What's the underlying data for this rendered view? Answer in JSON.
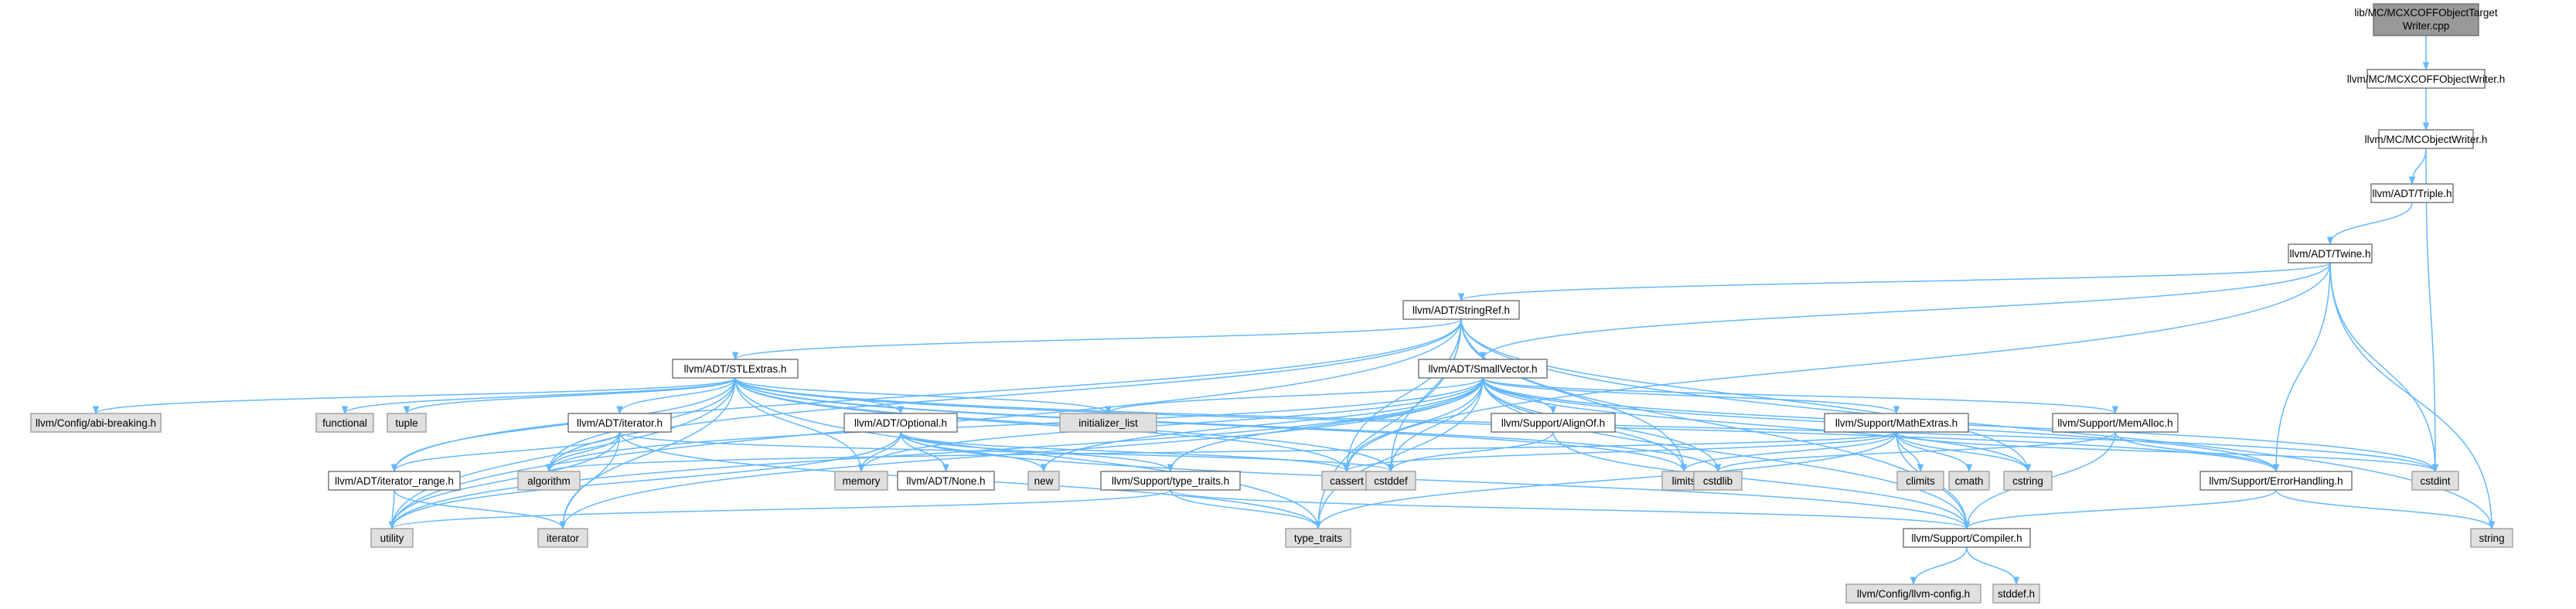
{
  "graph": {
    "edge_color": "#63b8ff",
    "nodes": [
      {
        "id": "root",
        "label": "lib/MC/MCXCOFFObjectTarget",
        "label2": "Writer.cpp",
        "kind": "root"
      },
      {
        "id": "xcoffw",
        "label": "llvm/MC/MCXCOFFObjectWriter.h",
        "kind": "proj"
      },
      {
        "id": "mcow",
        "label": "llvm/MC/MCObjectWriter.h",
        "kind": "proj"
      },
      {
        "id": "triple",
        "label": "llvm/ADT/Triple.h",
        "kind": "proj"
      },
      {
        "id": "twine",
        "label": "llvm/ADT/Twine.h",
        "kind": "proj"
      },
      {
        "id": "stringref",
        "label": "llvm/ADT/StringRef.h",
        "kind": "proj"
      },
      {
        "id": "stlextras",
        "label": "llvm/ADT/STLExtras.h",
        "kind": "proj"
      },
      {
        "id": "smallvector",
        "label": "llvm/ADT/SmallVector.h",
        "kind": "proj"
      },
      {
        "id": "abibreaking",
        "label": "llvm/Config/abi-breaking.h",
        "kind": "sys"
      },
      {
        "id": "functional",
        "label": "functional",
        "kind": "sys"
      },
      {
        "id": "tuple",
        "label": "tuple",
        "kind": "sys"
      },
      {
        "id": "iteratorh",
        "label": "llvm/ADT/iterator.h",
        "kind": "proj"
      },
      {
        "id": "optional",
        "label": "llvm/ADT/Optional.h",
        "kind": "proj"
      },
      {
        "id": "initlist",
        "label": "initializer_list",
        "kind": "sys"
      },
      {
        "id": "alignof",
        "label": "llvm/Support/AlignOf.h",
        "kind": "proj"
      },
      {
        "id": "mathextras",
        "label": "llvm/Support/MathExtras.h",
        "kind": "proj"
      },
      {
        "id": "memalloc",
        "label": "llvm/Support/MemAlloc.h",
        "kind": "proj"
      },
      {
        "id": "iterrange",
        "label": "llvm/ADT/iterator_range.h",
        "kind": "proj"
      },
      {
        "id": "algorithm",
        "label": "algorithm",
        "kind": "sys"
      },
      {
        "id": "memory",
        "label": "memory",
        "kind": "sys"
      },
      {
        "id": "noneh",
        "label": "llvm/ADT/None.h",
        "kind": "proj"
      },
      {
        "id": "new",
        "label": "new",
        "kind": "sys"
      },
      {
        "id": "typetraitsh",
        "label": "llvm/Support/type_traits.h",
        "kind": "proj"
      },
      {
        "id": "cassert",
        "label": "cassert",
        "kind": "sys"
      },
      {
        "id": "cstddef",
        "label": "cstddef",
        "kind": "sys"
      },
      {
        "id": "limits",
        "label": "limits",
        "kind": "sys"
      },
      {
        "id": "cstdlib",
        "label": "cstdlib",
        "kind": "sys"
      },
      {
        "id": "climits",
        "label": "climits",
        "kind": "sys"
      },
      {
        "id": "cmath",
        "label": "cmath",
        "kind": "sys"
      },
      {
        "id": "cstring",
        "label": "cstring",
        "kind": "sys"
      },
      {
        "id": "errhandling",
        "label": "llvm/Support/ErrorHandling.h",
        "kind": "proj"
      },
      {
        "id": "cstdint",
        "label": "cstdint",
        "kind": "sys"
      },
      {
        "id": "utility",
        "label": "utility",
        "kind": "sys"
      },
      {
        "id": "iterator",
        "label": "iterator",
        "kind": "sys"
      },
      {
        "id": "typetraits",
        "label": "type_traits",
        "kind": "sys"
      },
      {
        "id": "compiler",
        "label": "llvm/Support/Compiler.h",
        "kind": "proj"
      },
      {
        "id": "string",
        "label": "string",
        "kind": "sys"
      },
      {
        "id": "llvmconfig",
        "label": "llvm/Config/llvm-config.h",
        "kind": "sys"
      },
      {
        "id": "stddef",
        "label": "stddef.h",
        "kind": "sys"
      }
    ],
    "edges": [
      [
        "root",
        "xcoffw"
      ],
      [
        "xcoffw",
        "mcow"
      ],
      [
        "mcow",
        "triple"
      ],
      [
        "mcow",
        "cstdint"
      ],
      [
        "triple",
        "twine"
      ],
      [
        "twine",
        "stringref"
      ],
      [
        "twine",
        "smallvector"
      ],
      [
        "twine",
        "cassert"
      ],
      [
        "twine",
        "cstdint"
      ],
      [
        "twine",
        "string"
      ],
      [
        "twine",
        "errhandling"
      ],
      [
        "stringref",
        "stlextras"
      ],
      [
        "stringref",
        "compiler"
      ],
      [
        "stringref",
        "algorithm"
      ],
      [
        "stringref",
        "cassert"
      ],
      [
        "stringref",
        "cstddef"
      ],
      [
        "stringref",
        "cstring"
      ],
      [
        "stringref",
        "limits"
      ],
      [
        "stringref",
        "string"
      ],
      [
        "stringref",
        "typetraits"
      ],
      [
        "stringref",
        "utility"
      ],
      [
        "stringref",
        "iterrange"
      ],
      [
        "stlextras",
        "abibreaking"
      ],
      [
        "stlextras",
        "functional"
      ],
      [
        "stlextras",
        "tuple"
      ],
      [
        "stlextras",
        "iteratorh"
      ],
      [
        "stlextras",
        "optional"
      ],
      [
        "stlextras",
        "iterrange"
      ],
      [
        "stlextras",
        "initlist"
      ],
      [
        "stlextras",
        "algorithm"
      ],
      [
        "stlextras",
        "memory"
      ],
      [
        "stlextras",
        "cassert"
      ],
      [
        "stlextras",
        "cstddef"
      ],
      [
        "stlextras",
        "cstdint"
      ],
      [
        "stlextras",
        "cstdlib"
      ],
      [
        "stlextras",
        "limits"
      ],
      [
        "stlextras",
        "iterator"
      ],
      [
        "stlextras",
        "typetraits"
      ],
      [
        "stlextras",
        "utility"
      ],
      [
        "stlextras",
        "errhandling"
      ],
      [
        "smallvector",
        "compiler"
      ],
      [
        "smallvector",
        "alignof"
      ],
      [
        "smallvector",
        "mathextras"
      ],
      [
        "smallvector",
        "memalloc"
      ],
      [
        "smallvector",
        "typetraitsh"
      ],
      [
        "smallvector",
        "errhandling"
      ],
      [
        "smallvector",
        "algorithm"
      ],
      [
        "smallvector",
        "cassert"
      ],
      [
        "smallvector",
        "cstddef"
      ],
      [
        "smallvector",
        "cstdlib"
      ],
      [
        "smallvector",
        "cstring"
      ],
      [
        "smallvector",
        "initlist"
      ],
      [
        "smallvector",
        "memory"
      ],
      [
        "smallvector",
        "new"
      ],
      [
        "smallvector",
        "typetraits"
      ],
      [
        "smallvector",
        "utility"
      ],
      [
        "smallvector",
        "iterator"
      ],
      [
        "smallvector",
        "limits"
      ],
      [
        "smallvector",
        "cstdint"
      ],
      [
        "iteratorh",
        "iterrange"
      ],
      [
        "iteratorh",
        "algorithm"
      ],
      [
        "iteratorh",
        "cstddef"
      ],
      [
        "iteratorh",
        "iterator"
      ],
      [
        "iteratorh",
        "typetraits"
      ],
      [
        "iteratorh",
        "utility"
      ],
      [
        "optional",
        "noneh"
      ],
      [
        "optional",
        "compiler"
      ],
      [
        "optional",
        "typetraitsh"
      ],
      [
        "optional",
        "cassert"
      ],
      [
        "optional",
        "memory"
      ],
      [
        "optional",
        "new"
      ],
      [
        "optional",
        "utility"
      ],
      [
        "alignof",
        "compiler"
      ],
      [
        "alignof",
        "cstddef"
      ],
      [
        "mathextras",
        "compiler"
      ],
      [
        "mathextras",
        "algorithm"
      ],
      [
        "mathextras",
        "cassert"
      ],
      [
        "mathextras",
        "climits"
      ],
      [
        "mathextras",
        "cmath"
      ],
      [
        "mathextras",
        "cstdint"
      ],
      [
        "mathextras",
        "cstring"
      ],
      [
        "mathextras",
        "limits"
      ],
      [
        "mathextras",
        "typetraits"
      ],
      [
        "memalloc",
        "compiler"
      ],
      [
        "memalloc",
        "errhandling"
      ],
      [
        "memalloc",
        "cstdlib"
      ],
      [
        "iterrange",
        "utility"
      ],
      [
        "iterrange",
        "iterator"
      ],
      [
        "typetraitsh",
        "compiler"
      ],
      [
        "typetraitsh",
        "typetraits"
      ],
      [
        "typetraitsh",
        "utility"
      ],
      [
        "errhandling",
        "compiler"
      ],
      [
        "errhandling",
        "string"
      ],
      [
        "compiler",
        "llvmconfig"
      ],
      [
        "compiler",
        "stddef"
      ]
    ]
  }
}
